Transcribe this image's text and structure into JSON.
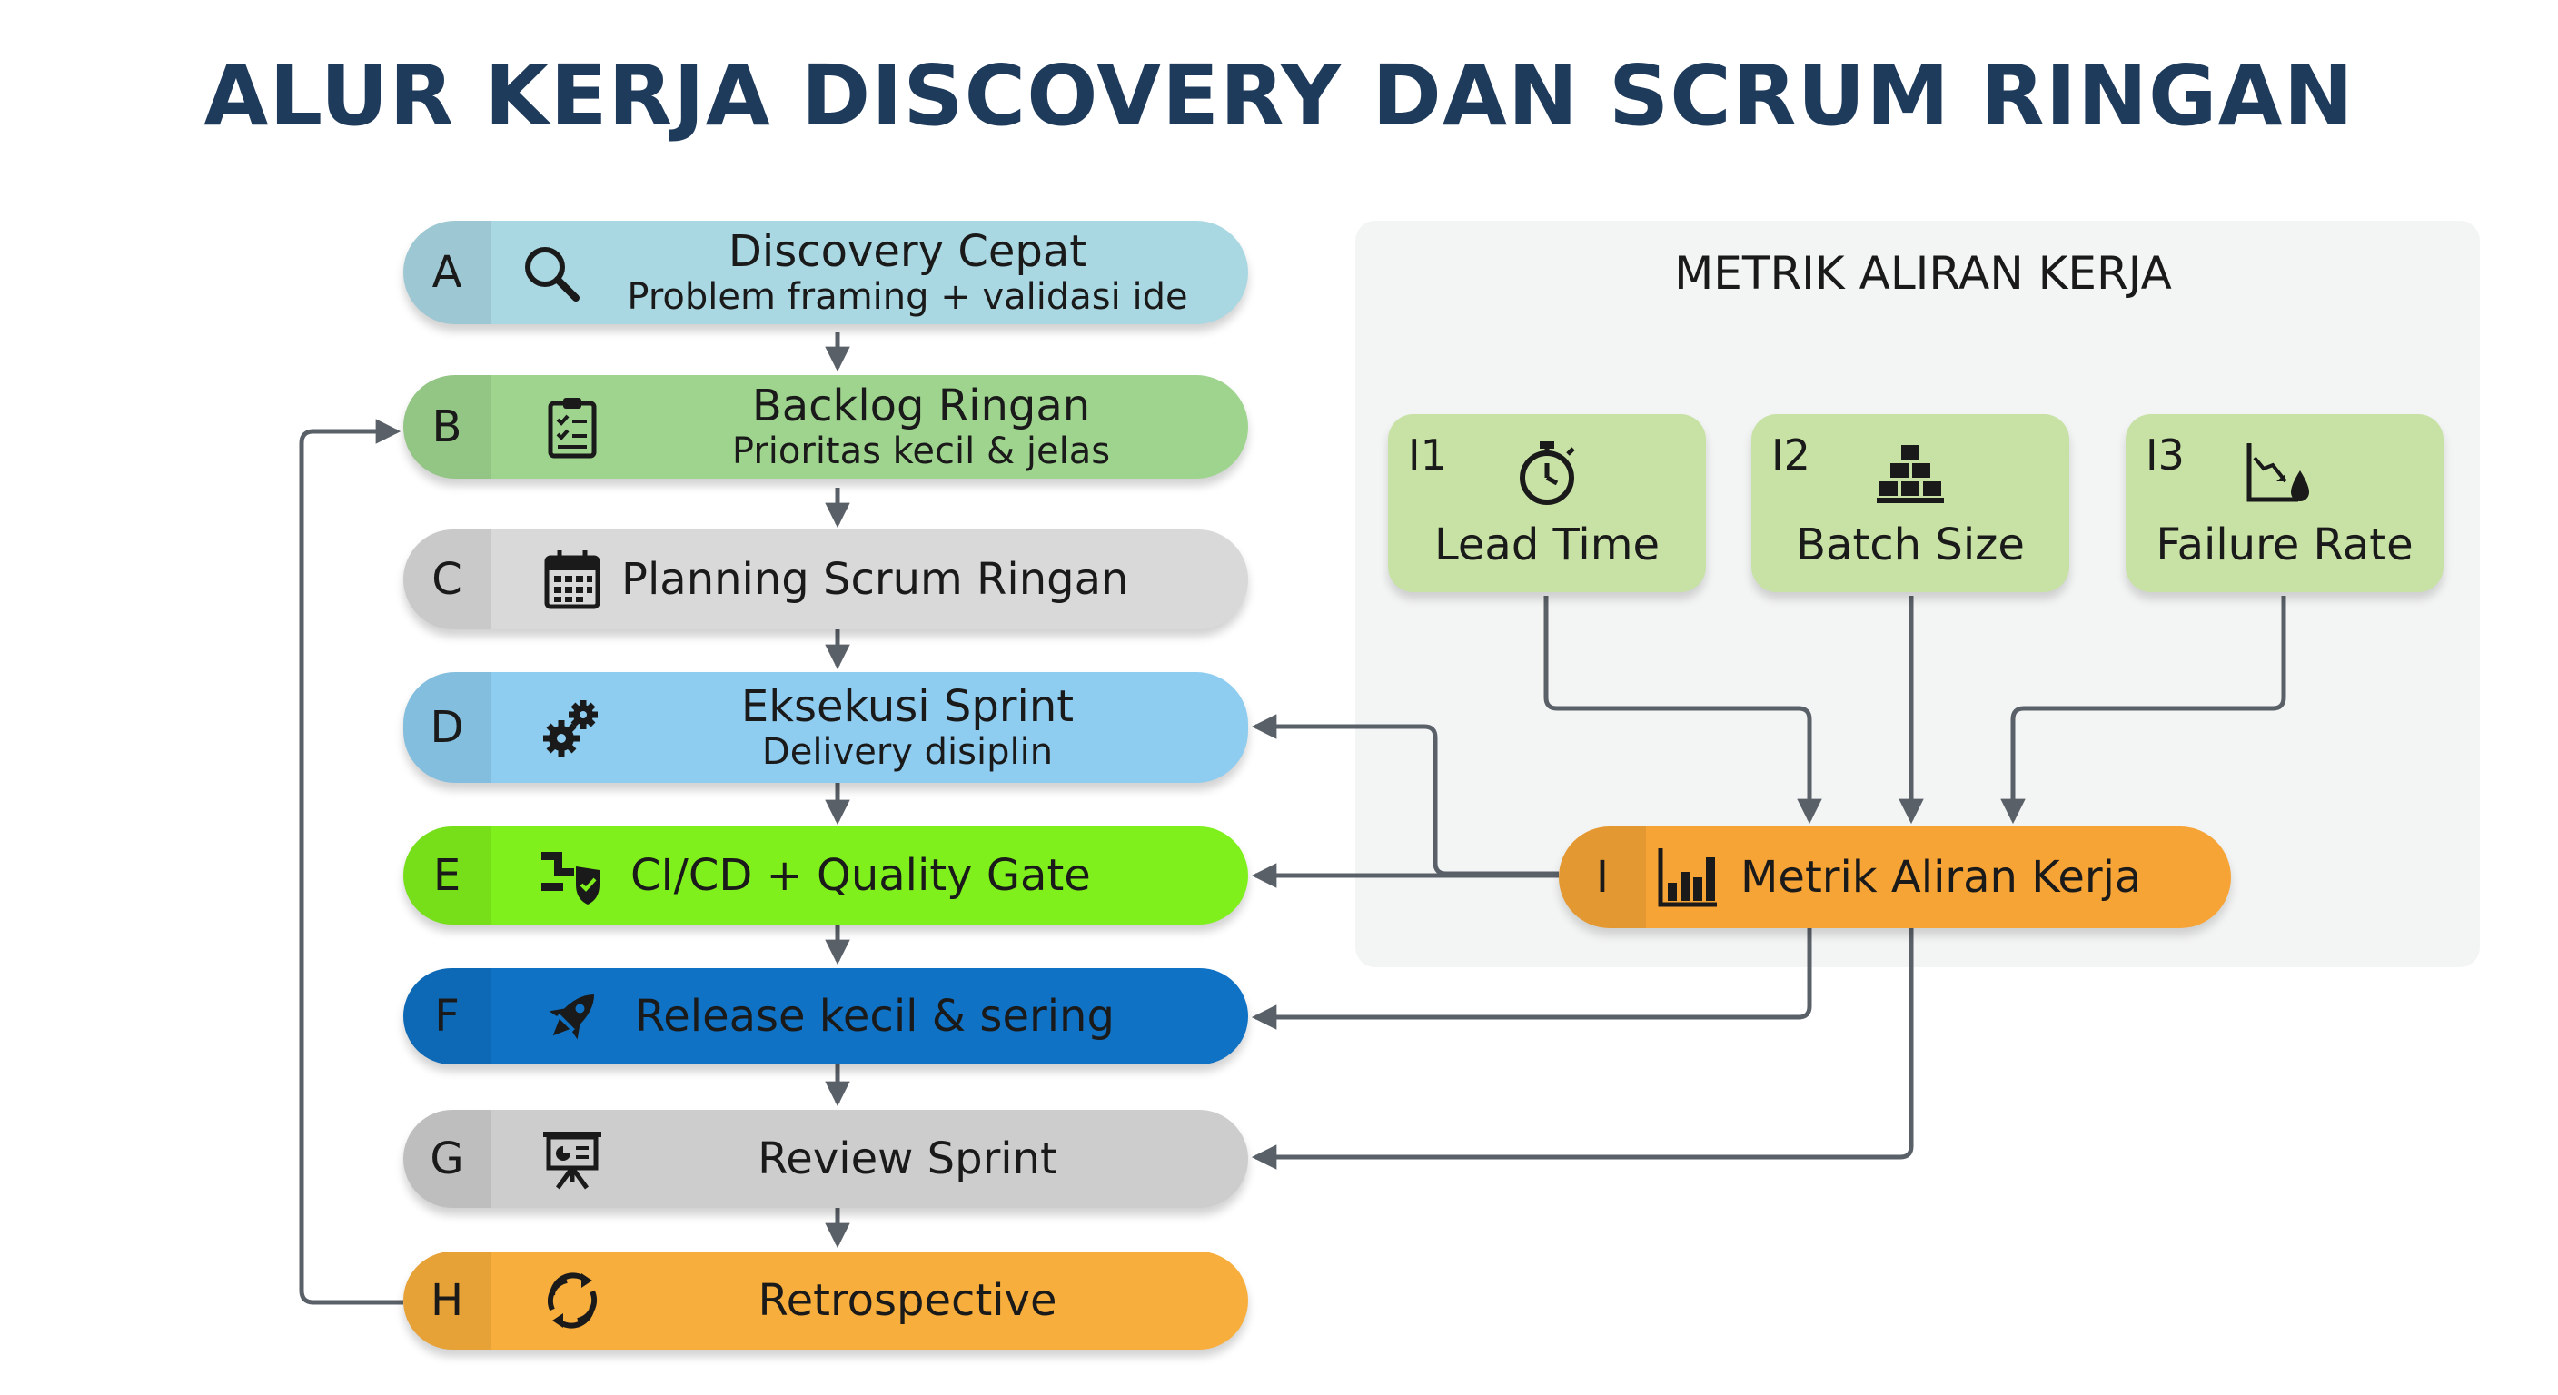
{
  "title": "ALUR KERJA DISCOVERY DAN SCRUM RINGAN",
  "panel_title": "METRIK ALIRAN KERJA",
  "steps": [
    {
      "letter": "A",
      "main": "Discovery Cepat",
      "sub": "Problem framing + validasi ide",
      "icon": "magnifier-icon",
      "color": "#a9d8e3"
    },
    {
      "letter": "B",
      "main": "Backlog Ringan",
      "sub": "Prioritas kecil & jelas",
      "icon": "clipboard-checklist-icon",
      "color": "#9fd48f"
    },
    {
      "letter": "C",
      "main": "Planning Scrum Ringan",
      "sub": "",
      "icon": "calendar-icon",
      "color": "#d9d9d9"
    },
    {
      "letter": "D",
      "main": "Eksekusi Sprint",
      "sub": "Delivery disiplin",
      "icon": "gears-icon",
      "color": "#8fcdf0"
    },
    {
      "letter": "E",
      "main": "CI/CD + Quality Gate",
      "sub": "",
      "icon": "pipeline-shield-icon",
      "color": "#7ff01c"
    },
    {
      "letter": "F",
      "main": "Release kecil & sering",
      "sub": "",
      "icon": "rocket-icon",
      "color": "#0f72c4"
    },
    {
      "letter": "G",
      "main": "Review Sprint",
      "sub": "",
      "icon": "presentation-board-icon",
      "color": "#cdcdcd"
    },
    {
      "letter": "H",
      "main": "Retrospective",
      "sub": "",
      "icon": "cycle-arrows-icon",
      "color": "#f8ae3c"
    }
  ],
  "metrics": [
    {
      "id": "I1",
      "label": "Lead Time",
      "icon": "stopwatch-icon"
    },
    {
      "id": "I2",
      "label": "Batch Size",
      "icon": "stacked-blocks-icon"
    },
    {
      "id": "I3",
      "label": "Failure Rate",
      "icon": "declining-chart-drop-icon"
    }
  ],
  "hub": {
    "letter": "I",
    "label": "Metrik Aliran Kerja",
    "icon": "bar-chart-icon"
  }
}
